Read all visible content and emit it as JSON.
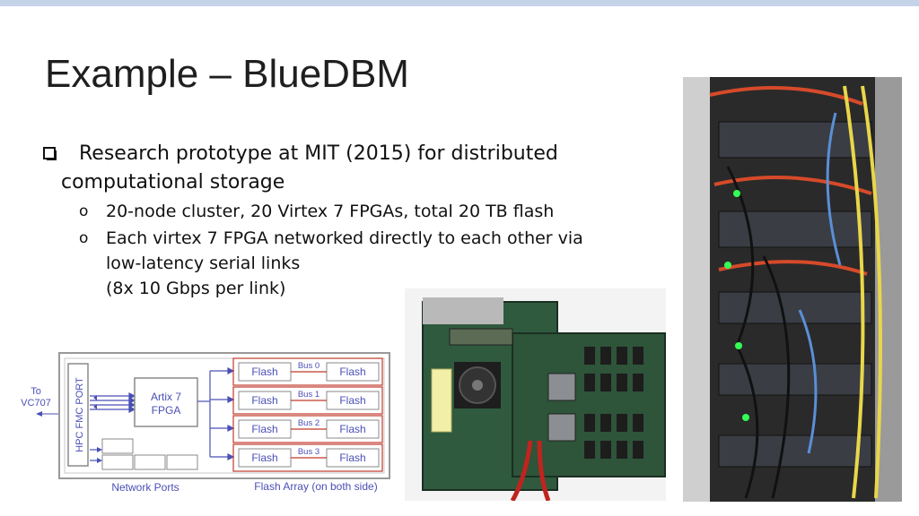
{
  "slide": {
    "title": "Example – BlueDBM",
    "bullet1": {
      "line1": "Research prototype at MIT (2015) for distributed",
      "line2": "computational storage"
    },
    "sub_bullets": [
      {
        "marker": "o",
        "text": "20-node cluster, 20 Virtex 7 FPGAs, total 20 TB flash"
      },
      {
        "marker": "o",
        "text": "Each virtex 7 FPGA networked directly to each other via",
        "line2": "low-latency serial links",
        "line3": "(8x 10 Gbps per link)"
      }
    ]
  },
  "diagram": {
    "to_label_1": "To",
    "to_label_2": "VC707",
    "port_label": "HPC FMC PORT",
    "fpga_line1": "Artix 7",
    "fpga_line2": "FPGA",
    "flash": "Flash",
    "buses": [
      "Bus 0",
      "Bus 1",
      "Bus 2",
      "Bus 3"
    ],
    "network_ports": "Network Ports",
    "flash_array": "Flash Array (on both side)"
  },
  "colors": {
    "topbar": "#c5d3e9",
    "diagram_blue": "#4a4fb5",
    "diagram_red": "#c0392b",
    "box_border": "#8a8a8a"
  }
}
